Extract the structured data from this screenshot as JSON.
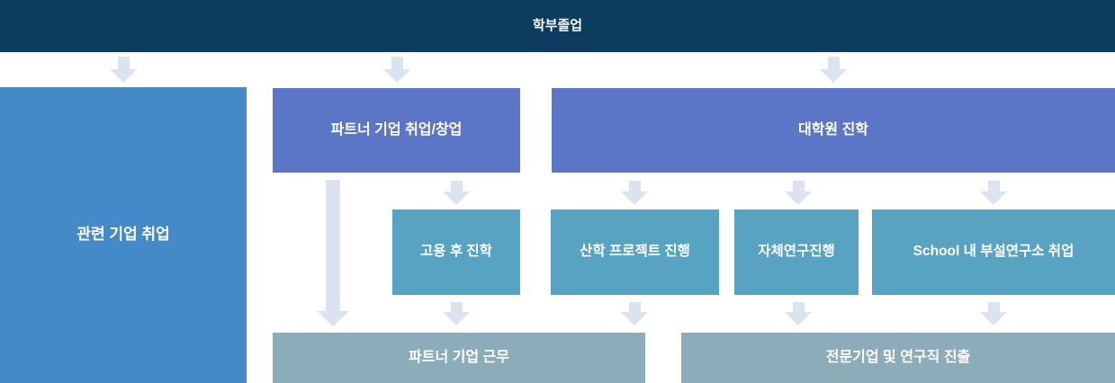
{
  "flow": {
    "root": {
      "label": "학부졸업"
    },
    "related_employment": {
      "label": "관련 기업 취업"
    },
    "partner_branch": {
      "label": "파트너 기업 취업/창업"
    },
    "grad_branch": {
      "label": "대학원 진학"
    },
    "after_employment_study": {
      "label": "고용 후 진학"
    },
    "industry_project": {
      "label": "산학 프로젝트 진행"
    },
    "independent_research": {
      "label": "자체연구진행"
    },
    "school_institute": {
      "label": "School 내 부설연구소 취업"
    },
    "partner_work_outcome": {
      "label": "파트너 기업 근무"
    },
    "research_career_outcome": {
      "label": "전문기업 및 연구직 진출"
    },
    "colors": {
      "root_bg": "#0d3c61",
      "primary_bg": "#4489c8",
      "secondary_bg": "#5b76c6",
      "tertiary_bg": "#58a2c2",
      "outcome_bg": "#8cacba",
      "arrow": "#dbe3f0",
      "text": "#ffffff"
    }
  }
}
